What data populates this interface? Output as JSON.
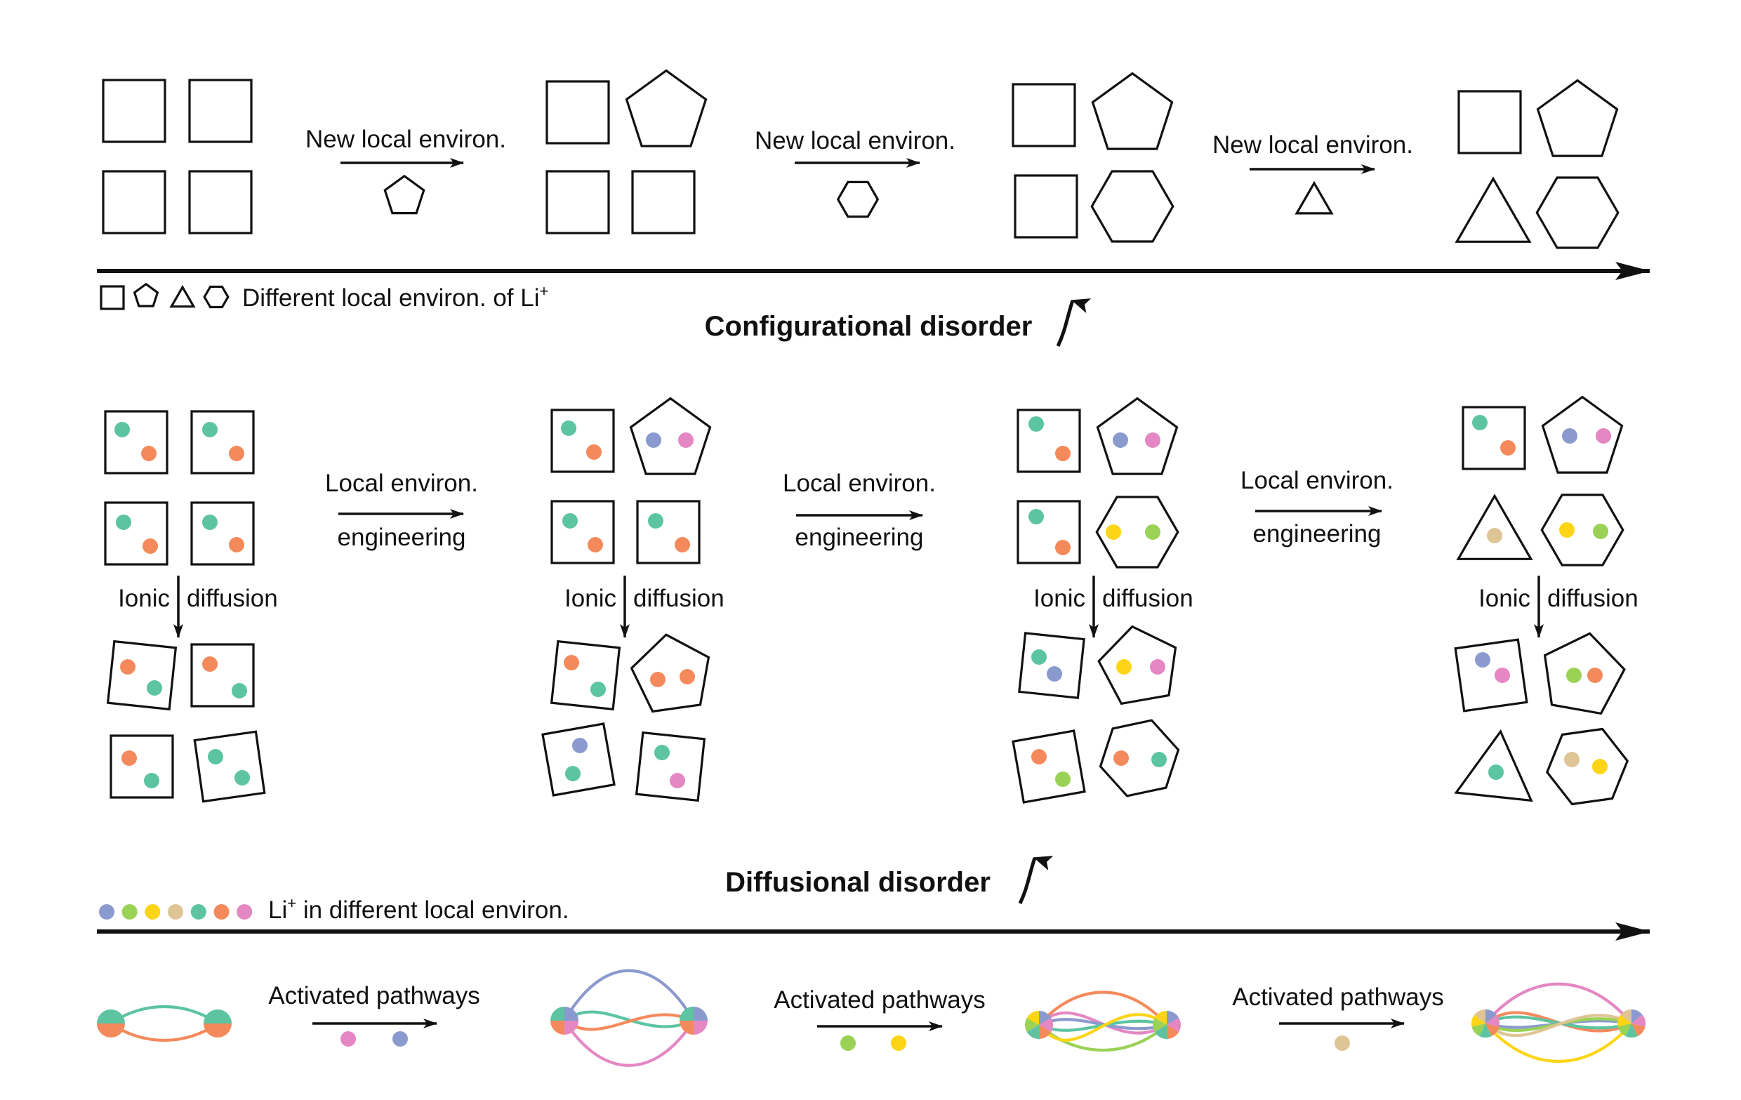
{
  "colors": {
    "blue": "#8b9ace",
    "lime": "#9ad256",
    "yellow": "#fdd516",
    "tan": "#dfc496",
    "green": "#5cc4a1",
    "orange": "#f48a5c",
    "pink": "#e487c3",
    "ink": "#111111"
  },
  "config": {
    "step_label": "New local environ.",
    "title": "Configurational disorder",
    "legend_icons": [
      "square-icon",
      "pentagon-icon",
      "triangle-icon",
      "hexagon-icon"
    ],
    "legend_text": "Different local environ. of Li",
    "legend_sup": "+",
    "new_shapes": [
      "pentagon",
      "hexagon",
      "triangle"
    ]
  },
  "diffusion": {
    "step_label_line1": "Local environ.",
    "step_label_line2": "engineering",
    "ionic_word": "Ionic",
    "diffusion_word": "diffusion",
    "title": "Diffusional disorder",
    "legend_prefix": "Li",
    "legend_sup": "+",
    "legend_text": " in different local environ.",
    "legend_dots": [
      "blue",
      "lime",
      "yellow",
      "tan",
      "green",
      "orange",
      "pink"
    ]
  },
  "pathways": {
    "step_label": "Activated pathways",
    "new_ions": [
      [
        "pink",
        "blue"
      ],
      [
        "lime",
        "yellow"
      ],
      [
        "tan"
      ]
    ]
  }
}
